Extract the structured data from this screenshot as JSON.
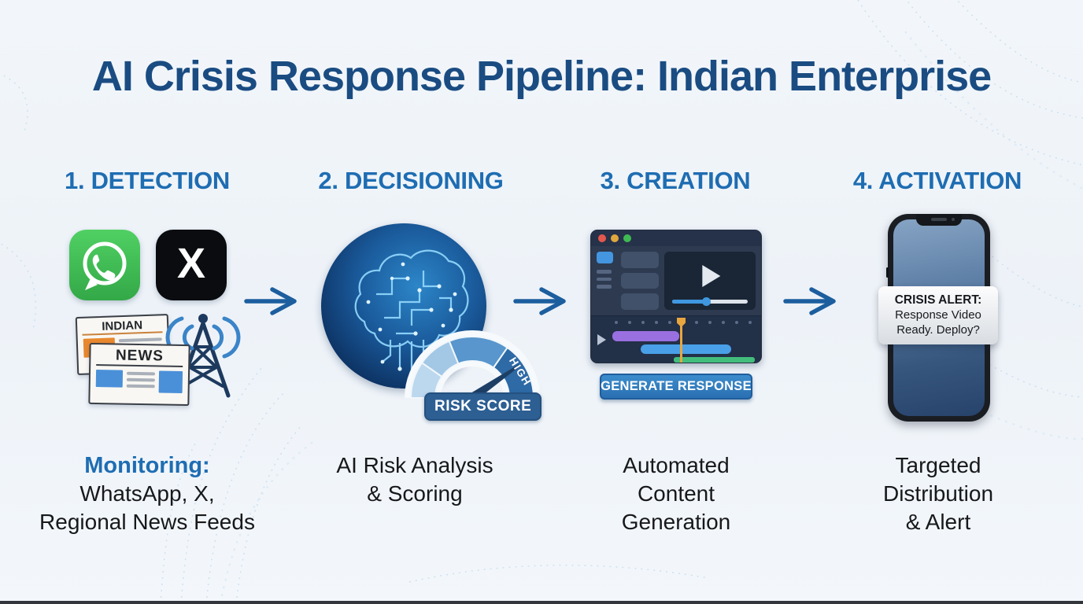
{
  "title": "AI Crisis Response Pipeline: Indian Enterprise",
  "colors": {
    "title_navy": "#1a4c82",
    "accent_blue": "#1e6db2",
    "arrow_blue": "#1c5e9e",
    "whatsapp_green": "#3fc351",
    "x_black": "#0a0c0f",
    "gauge_high_segment": "#2d6aa6",
    "risk_badge_navy": "#2d5f93",
    "button_blue": "#2f7ab9",
    "track_purple": "#9a6fe0",
    "track_blue": "#49a0e8",
    "track_green": "#43bd7c",
    "playhead_orange": "#e9a63e"
  },
  "stages": [
    {
      "label": "1. DETECTION",
      "icons": [
        "whatsapp-icon",
        "x-logo-icon",
        "newspaper-stack-icon",
        "broadcast-tower-icon"
      ],
      "x_logo": "X",
      "newspaper_back": "INDIAN",
      "newspaper_front": "NEWS",
      "caption_lead": "Monitoring:",
      "caption_lines": [
        "WhatsApp, X,",
        "Regional News Feeds"
      ]
    },
    {
      "label": "2. DECISIONING",
      "icons": [
        "ai-brain-icon",
        "risk-gauge-icon"
      ],
      "gauge_badge": "RISK SCORE",
      "gauge_level": "HIGH",
      "caption_lines": [
        "AI Risk Analysis",
        "& Scoring"
      ]
    },
    {
      "label": "3. CREATION",
      "icons": [
        "video-editor-icon"
      ],
      "button_label": "GENERATE RESPONSE",
      "caption_lines": [
        "Automated",
        "Content",
        "Generation"
      ]
    },
    {
      "label": "4. ACTIVATION",
      "icons": [
        "smartphone-icon"
      ],
      "alert_title": "CRISIS ALERT:",
      "alert_lines": [
        "Response Video",
        "Ready. Deploy?"
      ],
      "caption_lines": [
        "Targeted",
        "Distribution",
        "& Alert"
      ]
    }
  ]
}
